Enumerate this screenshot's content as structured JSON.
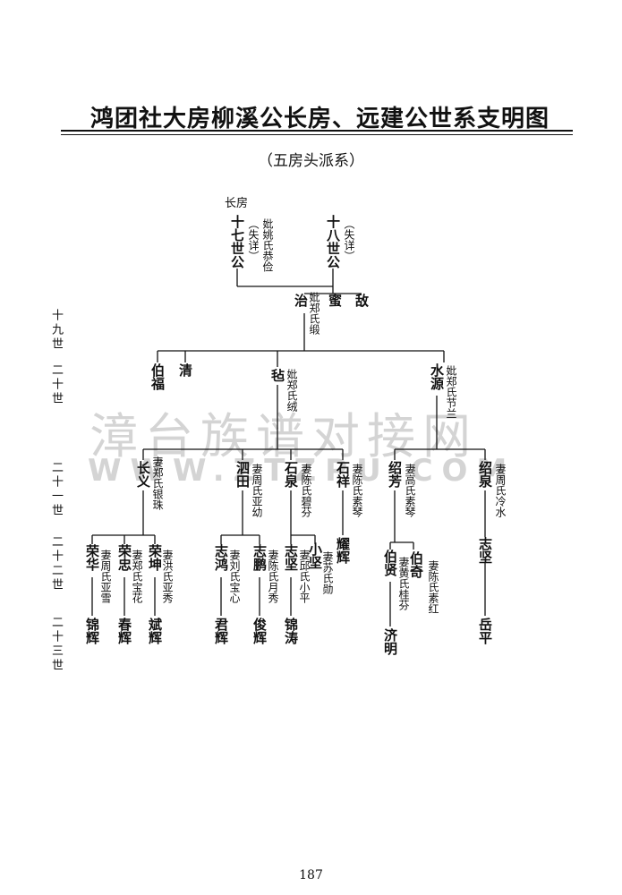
{
  "header": {
    "title": "鸿团社大房柳溪公长房、远建公世系支明图",
    "subtitle": "（五房头派系）"
  },
  "watermark": {
    "text": "漳台族谱对接网",
    "url": "WWW.ZTZPU.COM"
  },
  "generations": [
    "十九世",
    "二十世",
    "二十一世",
    "二十二世",
    "二十三世"
  ],
  "tree": {
    "house_label": "长房",
    "g17": {
      "name": "十七世公",
      "note": "（失详）",
      "spouse": "妣姚氏恭俭"
    },
    "g18": {
      "name": "十八世公",
      "note": "（失详）"
    },
    "g19": [
      {
        "name": "治",
        "spouse": "妣郑氏缎"
      },
      {
        "name": "蜜"
      },
      {
        "name": "敌"
      }
    ],
    "g20": [
      {
        "name": "伯福"
      },
      {
        "name": "清"
      },
      {
        "name": "毡",
        "spouse": "妣郑氏绒"
      },
      {
        "name": "水源",
        "spouse": "妣郑氏节兰"
      }
    ],
    "g21": [
      {
        "name": "长义",
        "spouse": "妻郑氏银珠"
      },
      {
        "name": "泗田",
        "spouse": "妻周氏亚幼"
      },
      {
        "name": "石泉",
        "spouse": "妻陈氏碧芬"
      },
      {
        "name": "石祥",
        "spouse": "妻陈氏素琴"
      },
      {
        "name": "绍芳",
        "spouse": "妻高氏素琴"
      },
      {
        "name": "绍泉",
        "spouse": "妻周氏冷水"
      }
    ],
    "g22": [
      {
        "name": "荣华",
        "spouse": "妻周氏亚雪"
      },
      {
        "name": "荣忠",
        "spouse": "妻郑氏宝花"
      },
      {
        "name": "荣坤",
        "spouse": "妻洪氏亚秀"
      },
      {
        "name": "志鸿",
        "spouse": "妻刘氏宝心"
      },
      {
        "name": "志鹏",
        "spouse": "妻陈氏月秀"
      },
      {
        "name": "志坚",
        "spouse": "妻邱氏小平"
      },
      {
        "name": "小坚",
        "spouse": "妻苏氏勋"
      },
      {
        "name": "耀辉"
      },
      {
        "name": "伯贤",
        "spouse": "妻黄氏桂芬"
      },
      {
        "name": "伯奇",
        "spouse": "妻陈氏素红"
      },
      {
        "name": "志坚"
      }
    ],
    "g23": [
      {
        "name": "锦辉"
      },
      {
        "name": "春辉"
      },
      {
        "name": "斌辉"
      },
      {
        "name": "君辉"
      },
      {
        "name": "俊辉"
      },
      {
        "name": "锦涛"
      },
      {
        "name": "济明"
      },
      {
        "name": "岳平"
      }
    ]
  },
  "footer": {
    "page_number": "187"
  }
}
